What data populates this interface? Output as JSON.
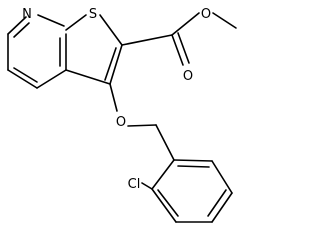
{
  "molecule": {
    "description_labels": {
      "n": "N",
      "s": "S",
      "o_carbonyl": "O",
      "o_ester": "O",
      "o_ether": "O",
      "cl": "Cl"
    }
  },
  "colors": {
    "bond": "#000000",
    "label": "#000000",
    "background": "#ffffff"
  }
}
